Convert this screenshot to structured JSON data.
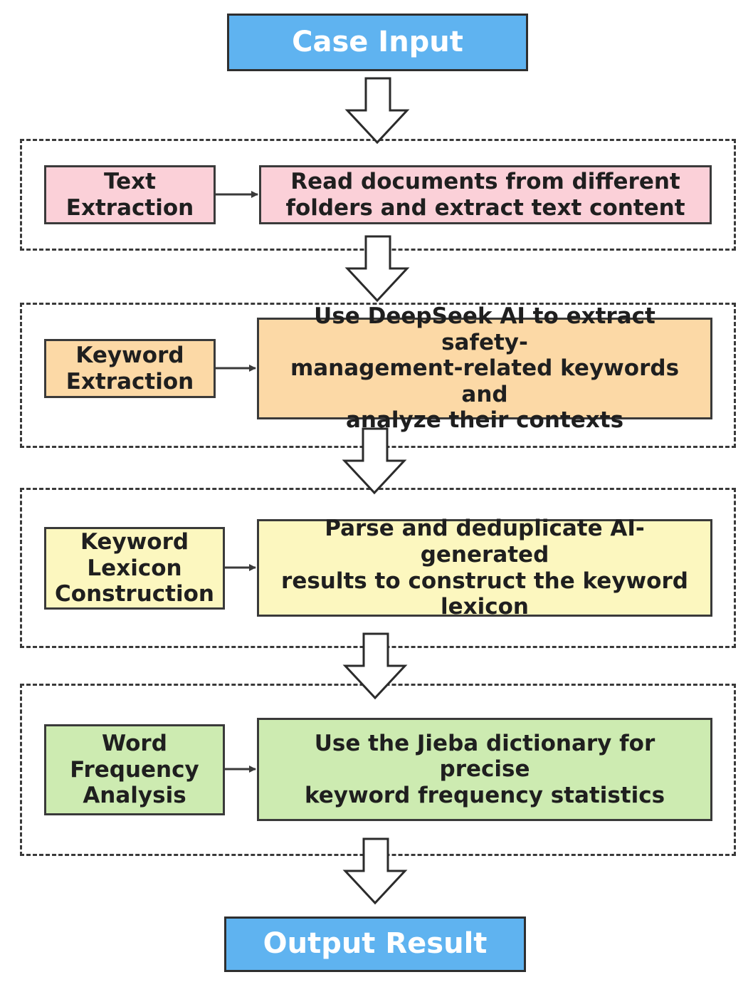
{
  "start": {
    "label": "Case Input"
  },
  "end": {
    "label": "Output Result"
  },
  "steps": [
    {
      "label": "Text\nExtraction",
      "description": "Read documents from different\nfolders and extract text content"
    },
    {
      "label": "Keyword\nExtraction",
      "description": "Use DeepSeek AI to extract safety-\nmanagement-related keywords and\nanalyze their contexts"
    },
    {
      "label": "Keyword\nLexicon\nConstruction",
      "description": "Parse and deduplicate AI-generated\nresults to construct the keyword\nlexicon"
    },
    {
      "label": "Word\nFrequency\nAnalysis",
      "description": "Use the Jieba dictionary for precise\nkeyword frequency statistics"
    }
  ],
  "colors": {
    "terminal": "#5fb3f0",
    "step_1": "#fbd0d8",
    "step_2": "#fcd9a6",
    "step_3": "#fcf7bf",
    "step_4": "#cdebb1",
    "border": "#3a3a3a"
  }
}
